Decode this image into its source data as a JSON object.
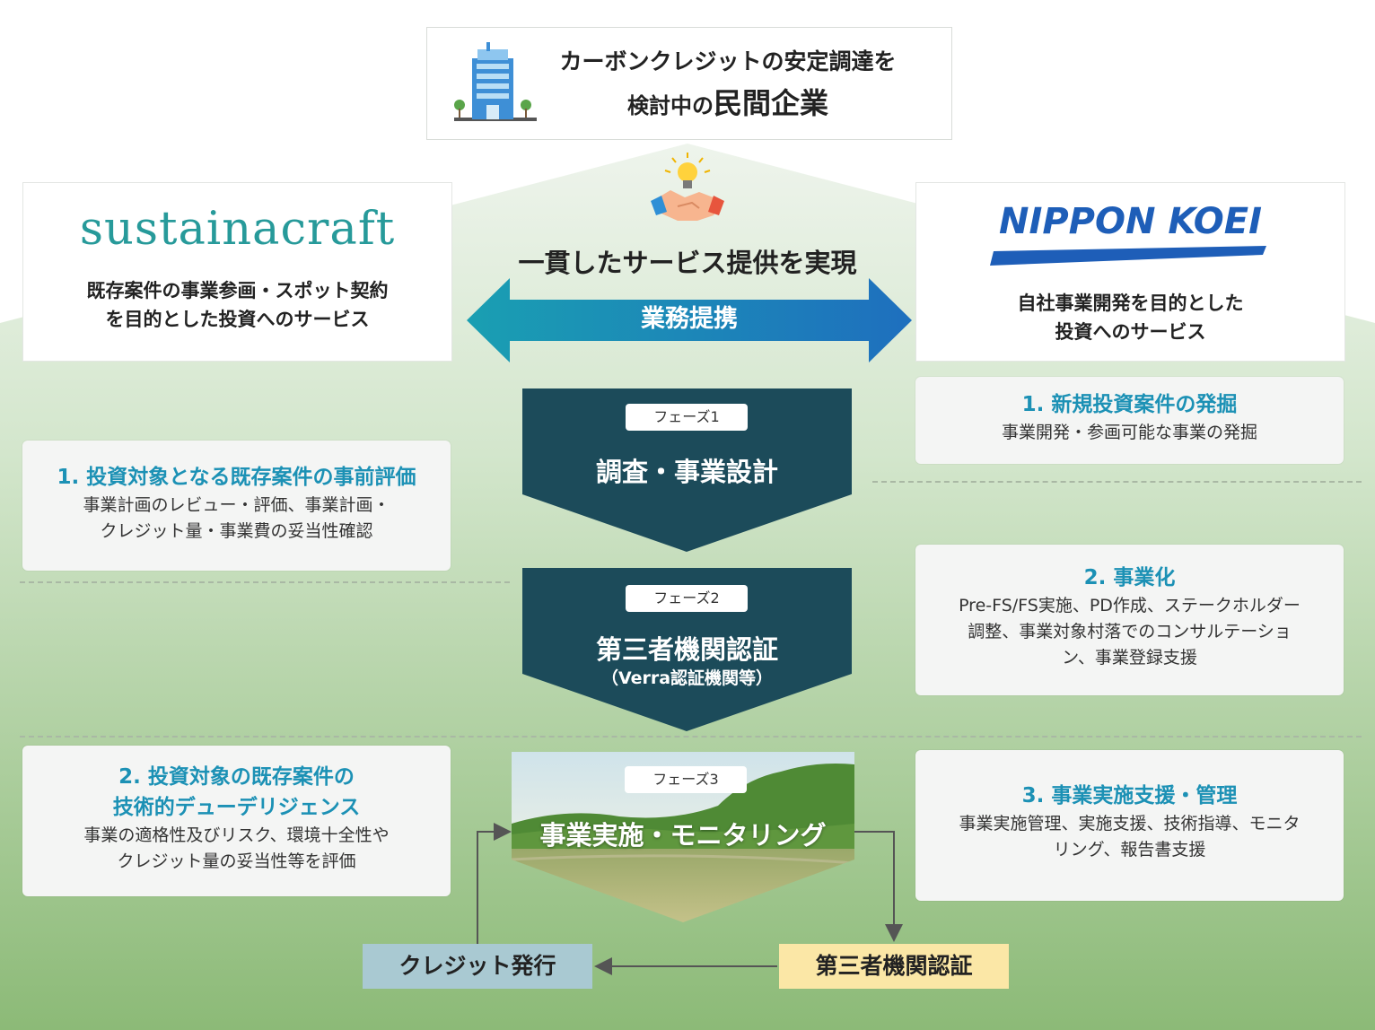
{
  "top_box": {
    "line1": "カーボンクレジットの安定調達を",
    "line2_prefix": "検討中の",
    "line2_main": "民間企業"
  },
  "partnership": {
    "headline": "一貫したサービス提供を実現",
    "arrow_label": "業務提携"
  },
  "left_company": {
    "logo_text": "sustainacraft",
    "desc_line1": "既存案件の事業参画・スポット契約",
    "desc_line2": "を目的とした投資へのサービス"
  },
  "right_company": {
    "logo_text": "NIPPON KOEI",
    "desc_line1": "自社事業開発を目的とした",
    "desc_line2": "投資へのサービス"
  },
  "phases": [
    {
      "tag": "フェーズ1",
      "title": "調査・事業設計",
      "subtitle": ""
    },
    {
      "tag": "フェーズ2",
      "title": "第三者機関認証",
      "subtitle": "（Verra認証機関等）"
    },
    {
      "tag": "フェーズ3",
      "title": "事業実施・モニタリング",
      "subtitle": ""
    }
  ],
  "left_services": [
    {
      "title": "1. 投資対象となる既存案件の事前評価",
      "body_line1": "事業計画のレビュー・評価、事業計画・",
      "body_line2": "クレジット量・事業費の妥当性確認"
    },
    {
      "title_line1": "2. 投資対象の既存案件の",
      "title_line2": "技術的デューデリジェンス",
      "body_line1": "事業の適格性及びリスク、環境十全性や",
      "body_line2": "クレジット量の妥当性等を評価"
    }
  ],
  "right_services": [
    {
      "title": "1. 新規投資案件の発掘",
      "body_line1": "事業開発・参画可能な事業の発掘"
    },
    {
      "title": "2. 事業化",
      "body_line1": "Pre-FS/FS実施、PD作成、ステークホルダー",
      "body_line2": "調整、事業対象村落でのコンサルテーショ",
      "body_line3": "ン、事業登録支援"
    },
    {
      "title": "3. 事業実施支援・管理",
      "body_line1": "事業実施管理、実施支援、技術指導、モニタ",
      "body_line2": "リング、報告書支援"
    }
  ],
  "cycle": {
    "credit_issuance": "クレジット発行",
    "third_party": "第三者機関認証"
  },
  "colors": {
    "phase_fill": "#1c4b5a",
    "service_title": "#1c91b5",
    "arrow_left": "#1a9fb2",
    "arrow_right": "#1e6fbe",
    "credit_box": "#a9c9d2",
    "third_party_box": "#fbe7a6",
    "nippon_koei_blue": "#1e5eb8"
  }
}
